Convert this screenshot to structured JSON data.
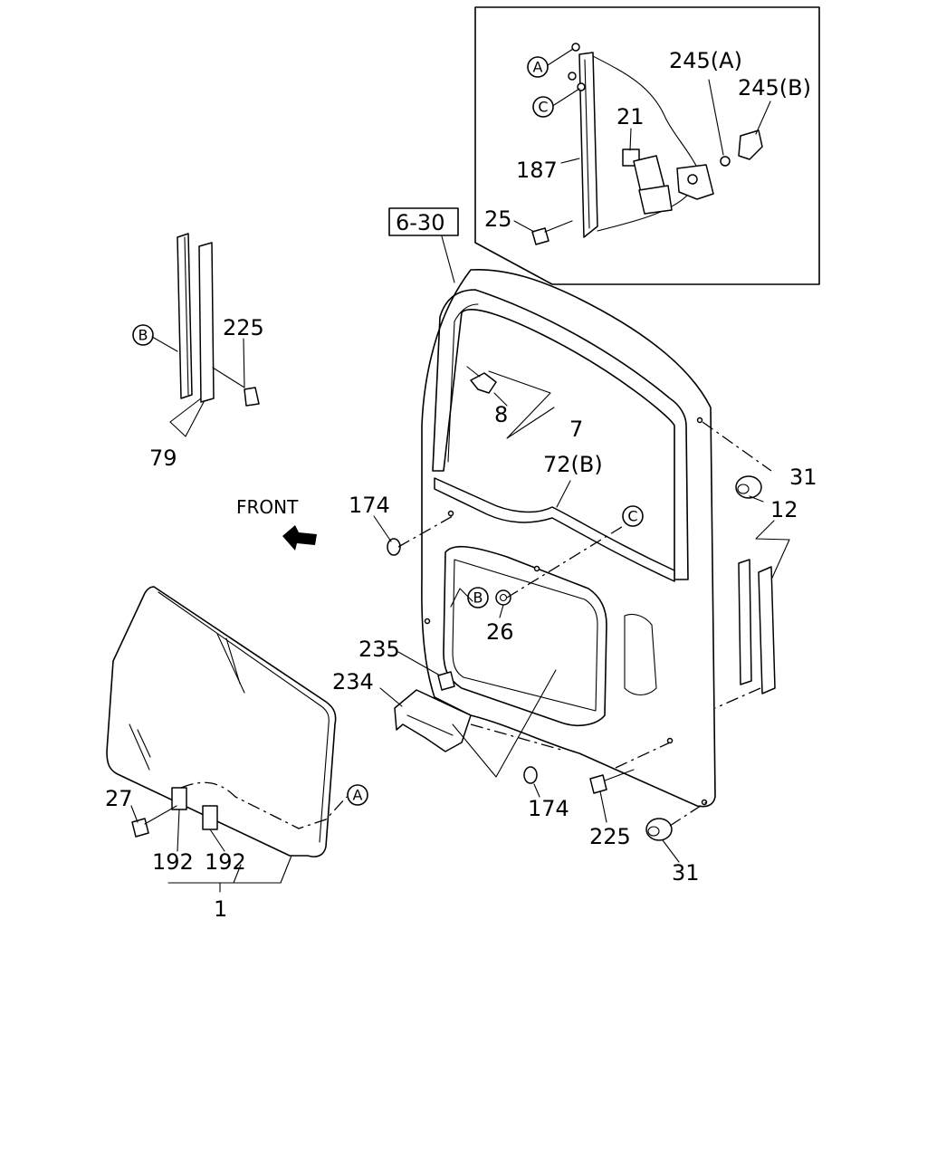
{
  "callouts": {
    "ref_box": "6-30",
    "front": "FRONT",
    "p245a": "245(A)",
    "p245b": "245(B)",
    "p21": "21",
    "p187": "187",
    "p25": "25",
    "p225_top": "225",
    "p79": "79",
    "p8": "8",
    "p7": "7",
    "p72b": "72(B)",
    "p31_top": "31",
    "p12": "12",
    "p174_left": "174",
    "p26": "26",
    "p235": "235",
    "p234": "234",
    "p174_bottom": "174",
    "p225_bottom": "225",
    "p31_bottom": "31",
    "p27": "27",
    "p192_left": "192",
    "p192_right": "192",
    "p1": "1"
  },
  "markers": {
    "a": "A",
    "b": "B",
    "c": "C"
  }
}
